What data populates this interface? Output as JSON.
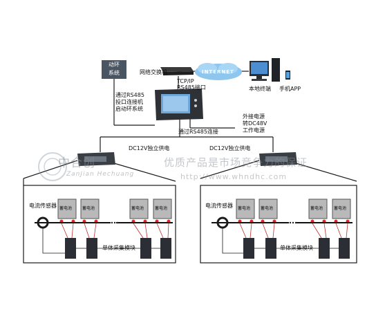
{
  "labels": {
    "dynamic_env_system": "动环\n系统",
    "network_switch": "网络交换机",
    "internet": "INTERNET",
    "tcpip": "TCP/IP",
    "rs485_port": "RS485接口",
    "local_terminal": "本地终端",
    "phone_app": "手机APP",
    "via_rs485_line1": "通过RS485",
    "via_rs485_line2": "投口连接机",
    "via_rs485_line3": "启动环系统",
    "ext_power1": "外接电源",
    "ext_power2": "转DC48V",
    "ext_power3": "工作电源",
    "via_rs485_connect": "通过RS485连接",
    "dc12v_left": "DC12V独立供电",
    "dc12v_right": "DC12V独立供电",
    "current_sensor_left": "电流传感器",
    "current_sensor_right": "电流传感器",
    "battery": "蓄电池",
    "cell_module_left": "单体采集模块",
    "cell_module_right": "单体采集模块"
  },
  "watermark": {
    "brand": "中合创",
    "brand_pinyin": "ZanJian Hechuang",
    "slogan": "优质产品是市场竞争力的保证",
    "url": "http://www.whndhc.com"
  }
}
